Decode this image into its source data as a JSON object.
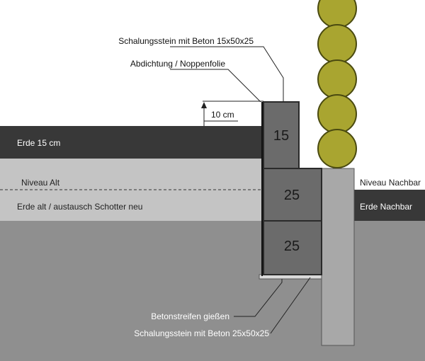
{
  "labels": {
    "schalungsstein_top": "Schalungsstein mit Beton 15x50x25",
    "abdichtung": "Abdichtung / Noppenfolie",
    "height_dim": "10 cm",
    "erde15": "Erde 15 cm",
    "niveau_alt": "Niveau Alt",
    "erde_alt": "Erde alt / austausch Schotter neu",
    "niveau_nachbar": "Niveau Nachbar",
    "erde_nachbar": "Erde Nachbar",
    "betonstreifen": "Betonstreifen gießen",
    "schalungsstein_bottom": "Schalungsstein mit Beton 25x50x25"
  },
  "blocks": {
    "top": "15",
    "middle": "25",
    "bottom": "25"
  },
  "colors": {
    "ground": "#8f8f8f",
    "erde15": "#383838",
    "erde_alt": "#c4c4c4",
    "erde_nachbar": "#383838",
    "block": "#6b6b6b",
    "block_edge": "#2a2a2a",
    "post": "#a8a8a8",
    "strip": "#d9d9d9",
    "log_fill": "#a9a530",
    "log_stroke": "#4a4a10"
  }
}
